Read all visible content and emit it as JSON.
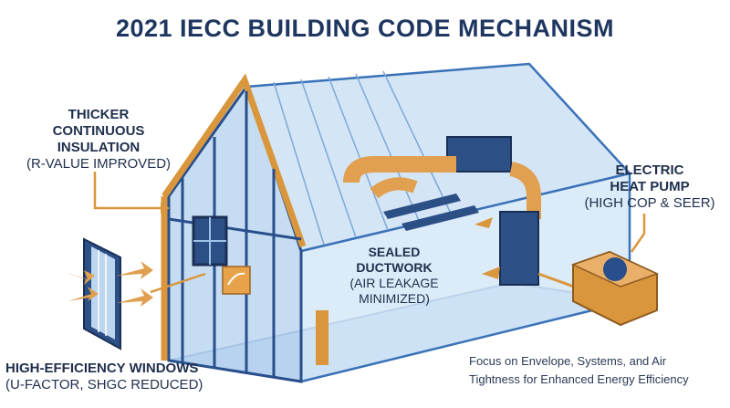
{
  "title": "2021 IECC BUILDING CODE MECHANISM",
  "labels": {
    "insulation": {
      "head1": "THICKER",
      "head2": "CONTINUOUS",
      "head3": "INSULATION",
      "sub": "(R-VALUE IMPROVED)"
    },
    "heat_pump": {
      "head1": "ELECTRIC",
      "head2": "HEAT PUMP",
      "sub": "(HIGH COP & SEER)"
    },
    "ductwork": {
      "head1": "SEALED",
      "head2": "DUCTWORK",
      "sub1": "(AIR LEAKAGE",
      "sub2": "MINIMIZED)"
    },
    "windows": {
      "head": "HIGH-EFFICIENCY WINDOWS",
      "sub": "(U-FACTOR, SHGC REDUCED)"
    }
  },
  "footer": {
    "line1": "Focus on Envelope, Systems, and Air",
    "line2": "Tightness for Enhanced Energy Efficiency"
  },
  "colors": {
    "navy": "#1f3760",
    "blue": "#3a72b8",
    "glass": "#bcd6f0",
    "orange": "#d9963c",
    "frame": "#284f8c"
  },
  "icons": {
    "energy_star": "energy-star-label-icon",
    "fan": "condenser-fan-icon"
  }
}
